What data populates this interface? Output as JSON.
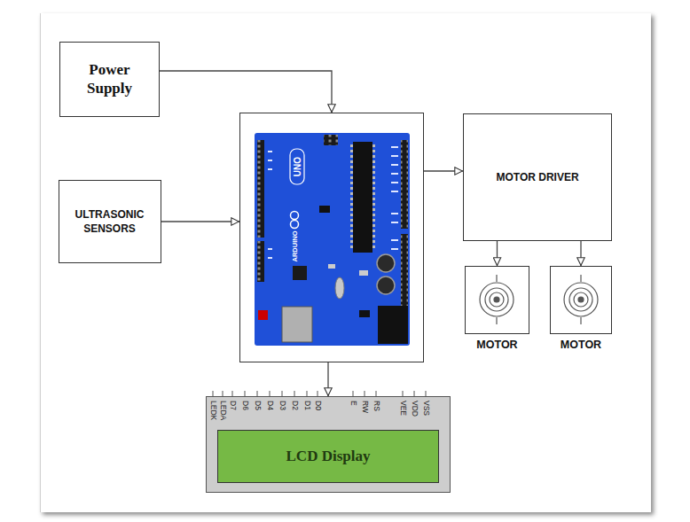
{
  "diagram": {
    "nodes": [
      {
        "text": [
          "Power Supply"
        ]
      },
      {
        "text": [
          "ULTRASONIC SENSORS"
        ]
      },
      {
        "text": [
          "UNO",
          "ARDUINO"
        ]
      },
      {
        "text": [
          "MOTOR DRIVER"
        ]
      },
      {
        "text": [
          "MOTOR"
        ]
      },
      {
        "text": [
          "MOTOR"
        ]
      },
      {
        "text": [
          "LCD Display"
        ]
      }
    ],
    "edges": [
      {
        "from": 0,
        "to": 2,
        "arrow": "to"
      },
      {
        "from": 1,
        "to": 2,
        "arrow": "to"
      },
      {
        "from": 2,
        "to": 3,
        "arrow": "to"
      },
      {
        "from": 3,
        "to": 4,
        "arrow": "to"
      },
      {
        "from": 3,
        "to": 5,
        "arrow": "to"
      },
      {
        "from": 2,
        "to": 6,
        "arrow": "to"
      }
    ],
    "labels": [
      "LEDK",
      "LEDA",
      "D7",
      "D6",
      "D5",
      "D4",
      "D3",
      "D2",
      "D1",
      "D0",
      "E",
      "RW",
      "RS",
      "VEE",
      "VDD",
      "VSS"
    ]
  }
}
